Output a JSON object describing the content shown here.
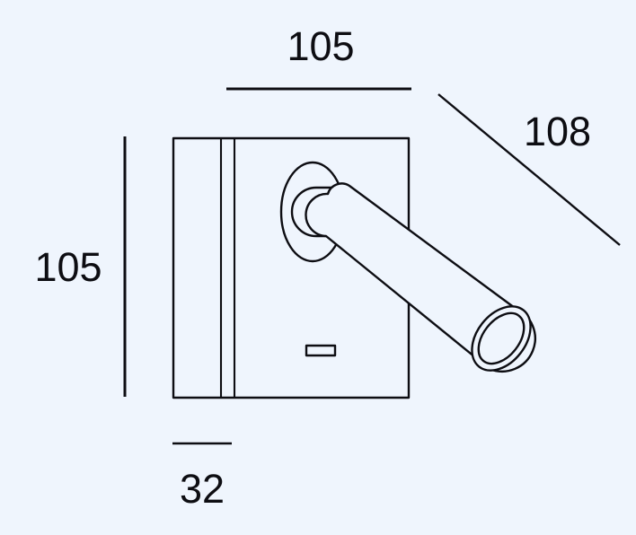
{
  "drawing": {
    "title": "Wall reading light dimensional drawing",
    "background_color": "#eff5fd",
    "line_color": "#0d0d12",
    "units": "mm"
  },
  "dimensions": {
    "width_top": "105",
    "height_left": "105",
    "depth_bottom": "32",
    "projection_diagonal": "108"
  },
  "parts": {
    "back_plate": "back-plate",
    "side_band": "side-band",
    "swivel_ellipse": "swivel-base",
    "ball_joint": "ball-joint",
    "arm": "cylindrical-arm",
    "lens": "lens-ring",
    "slot": "switch-slot"
  }
}
